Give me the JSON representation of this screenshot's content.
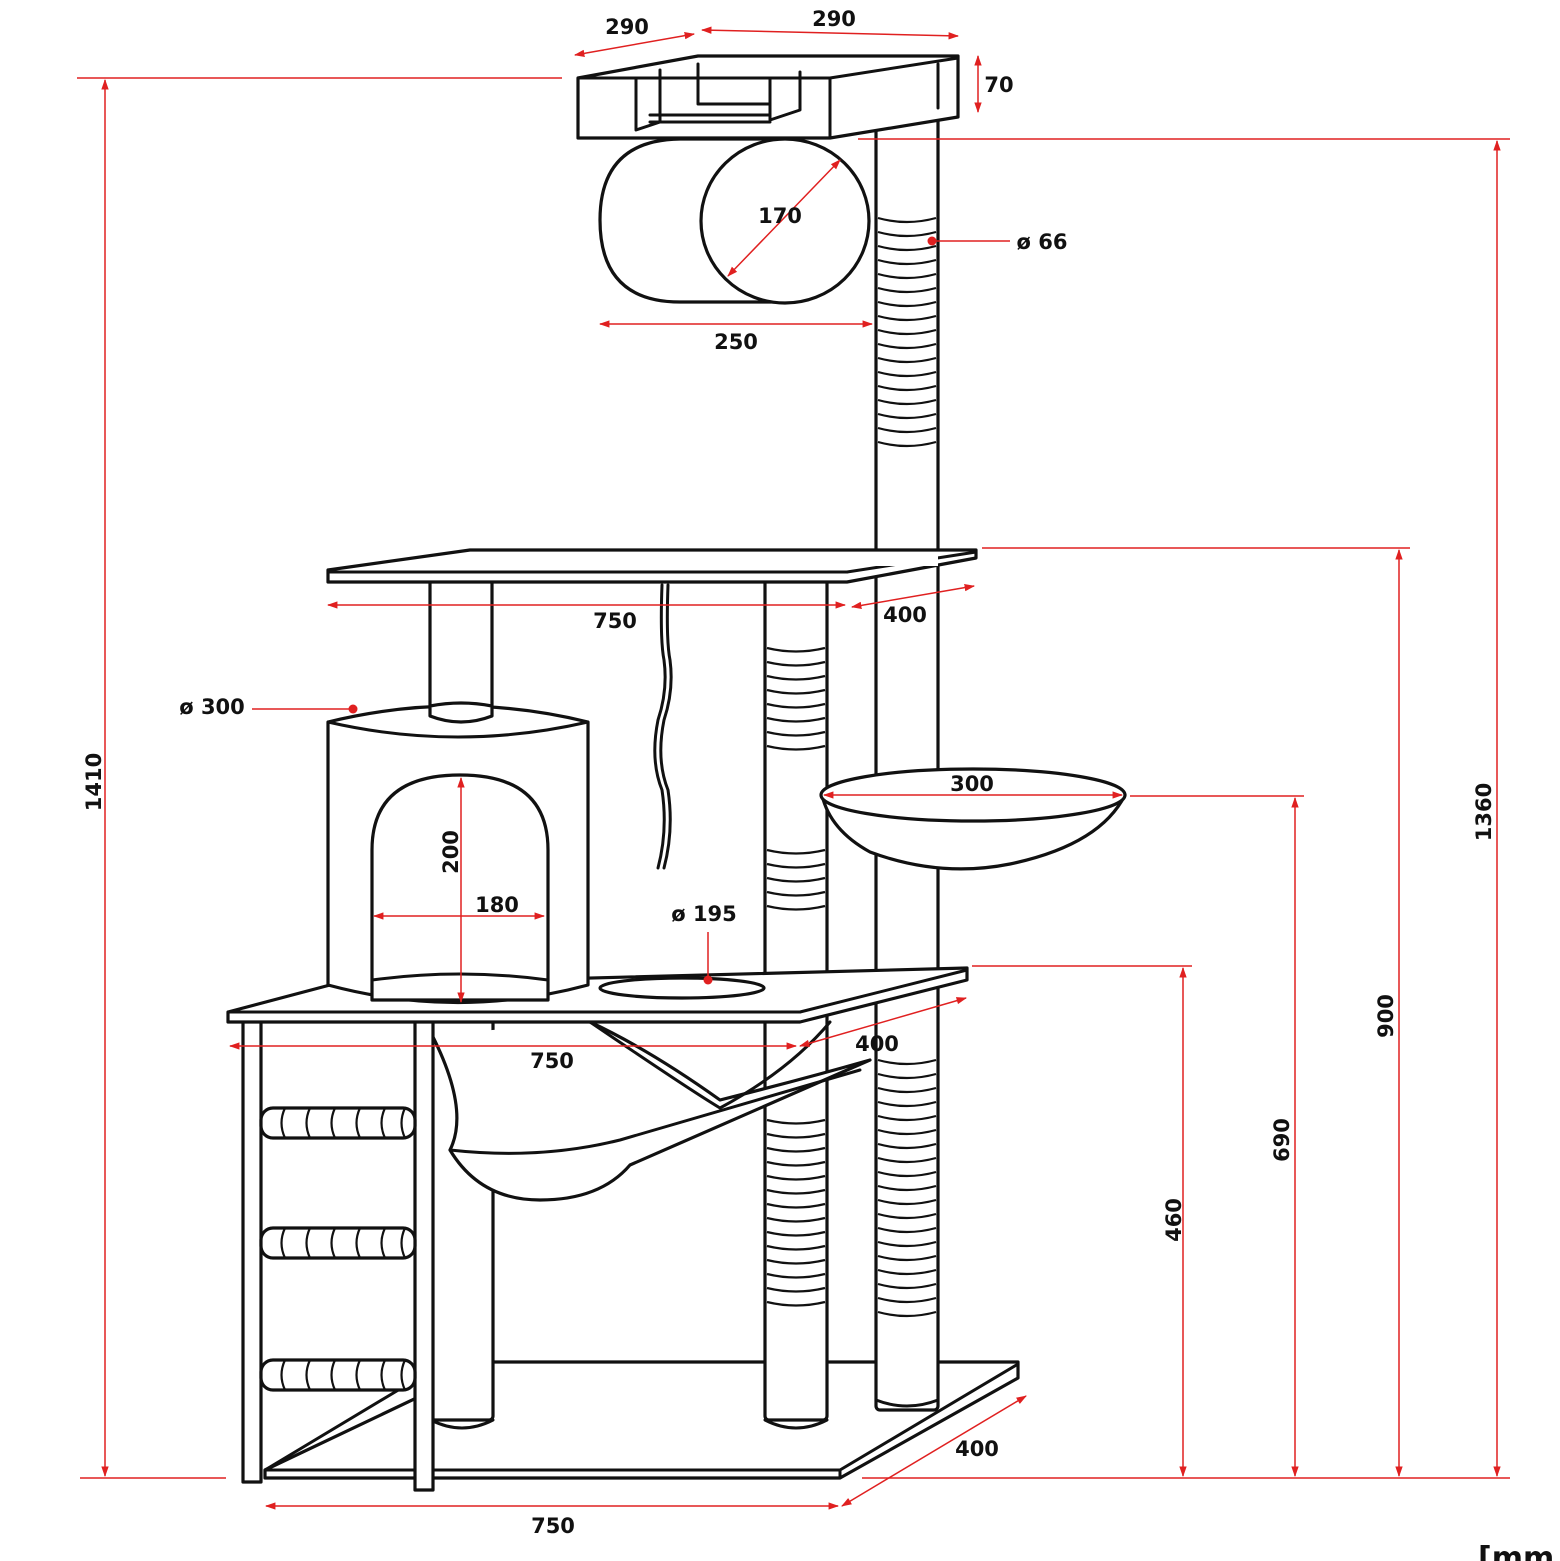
{
  "diagram": {
    "unit_label": "[mm",
    "colors": {
      "outline": "#111111",
      "dimension_line": "#e02020",
      "background": "#ffffff"
    },
    "dimensions": {
      "top_box_width_left": "290",
      "top_box_width_right": "290",
      "top_box_height": "70",
      "tunnel_diameter": "170",
      "tunnel_length": "250",
      "top_post_diameter": "ø 66",
      "middle_platform_width": "750",
      "middle_platform_depth": "400",
      "house_diameter": "ø 300",
      "house_door_height": "200",
      "house_door_width": "180",
      "basket_diameter": "300",
      "hole_diameter": "ø 195",
      "lower_platform_width": "750",
      "lower_platform_depth": "400",
      "base_depth": "400",
      "base_width": "750",
      "total_height": "1410",
      "top_post_height": "1360",
      "middle_platform_height": "900",
      "basket_height": "690",
      "lower_platform_height": "460"
    }
  }
}
